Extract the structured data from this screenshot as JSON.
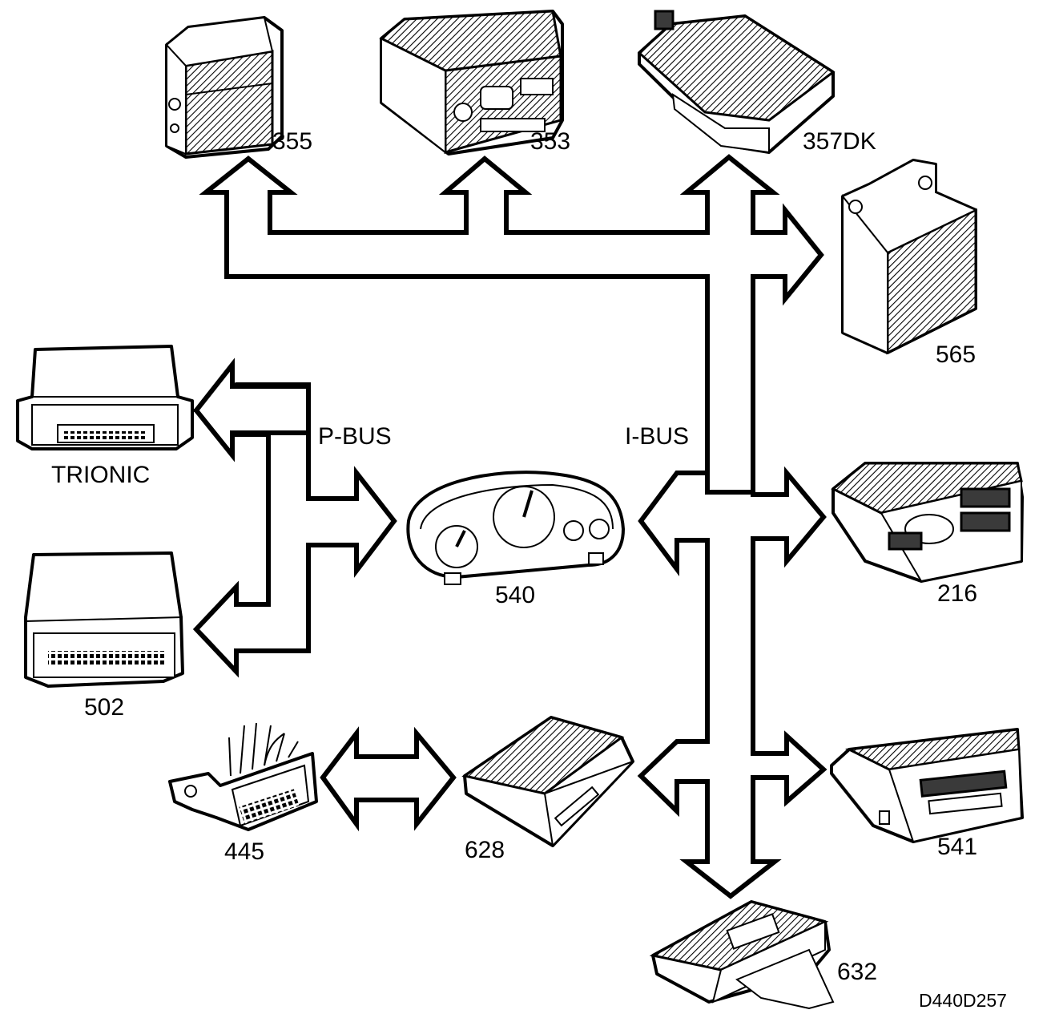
{
  "diagram": {
    "bus_labels": {
      "p_bus": "P-BUS",
      "i_bus": "I-BUS"
    },
    "modules": {
      "m355": "355",
      "m353": "353",
      "m357dk": "357DK",
      "m565": "565",
      "trionic": "TRIONIC",
      "m502": "502",
      "m540": "540",
      "m216": "216",
      "m445": "445",
      "m628": "628",
      "m541": "541",
      "m632": "632"
    },
    "drawing_id": "D440D257"
  }
}
